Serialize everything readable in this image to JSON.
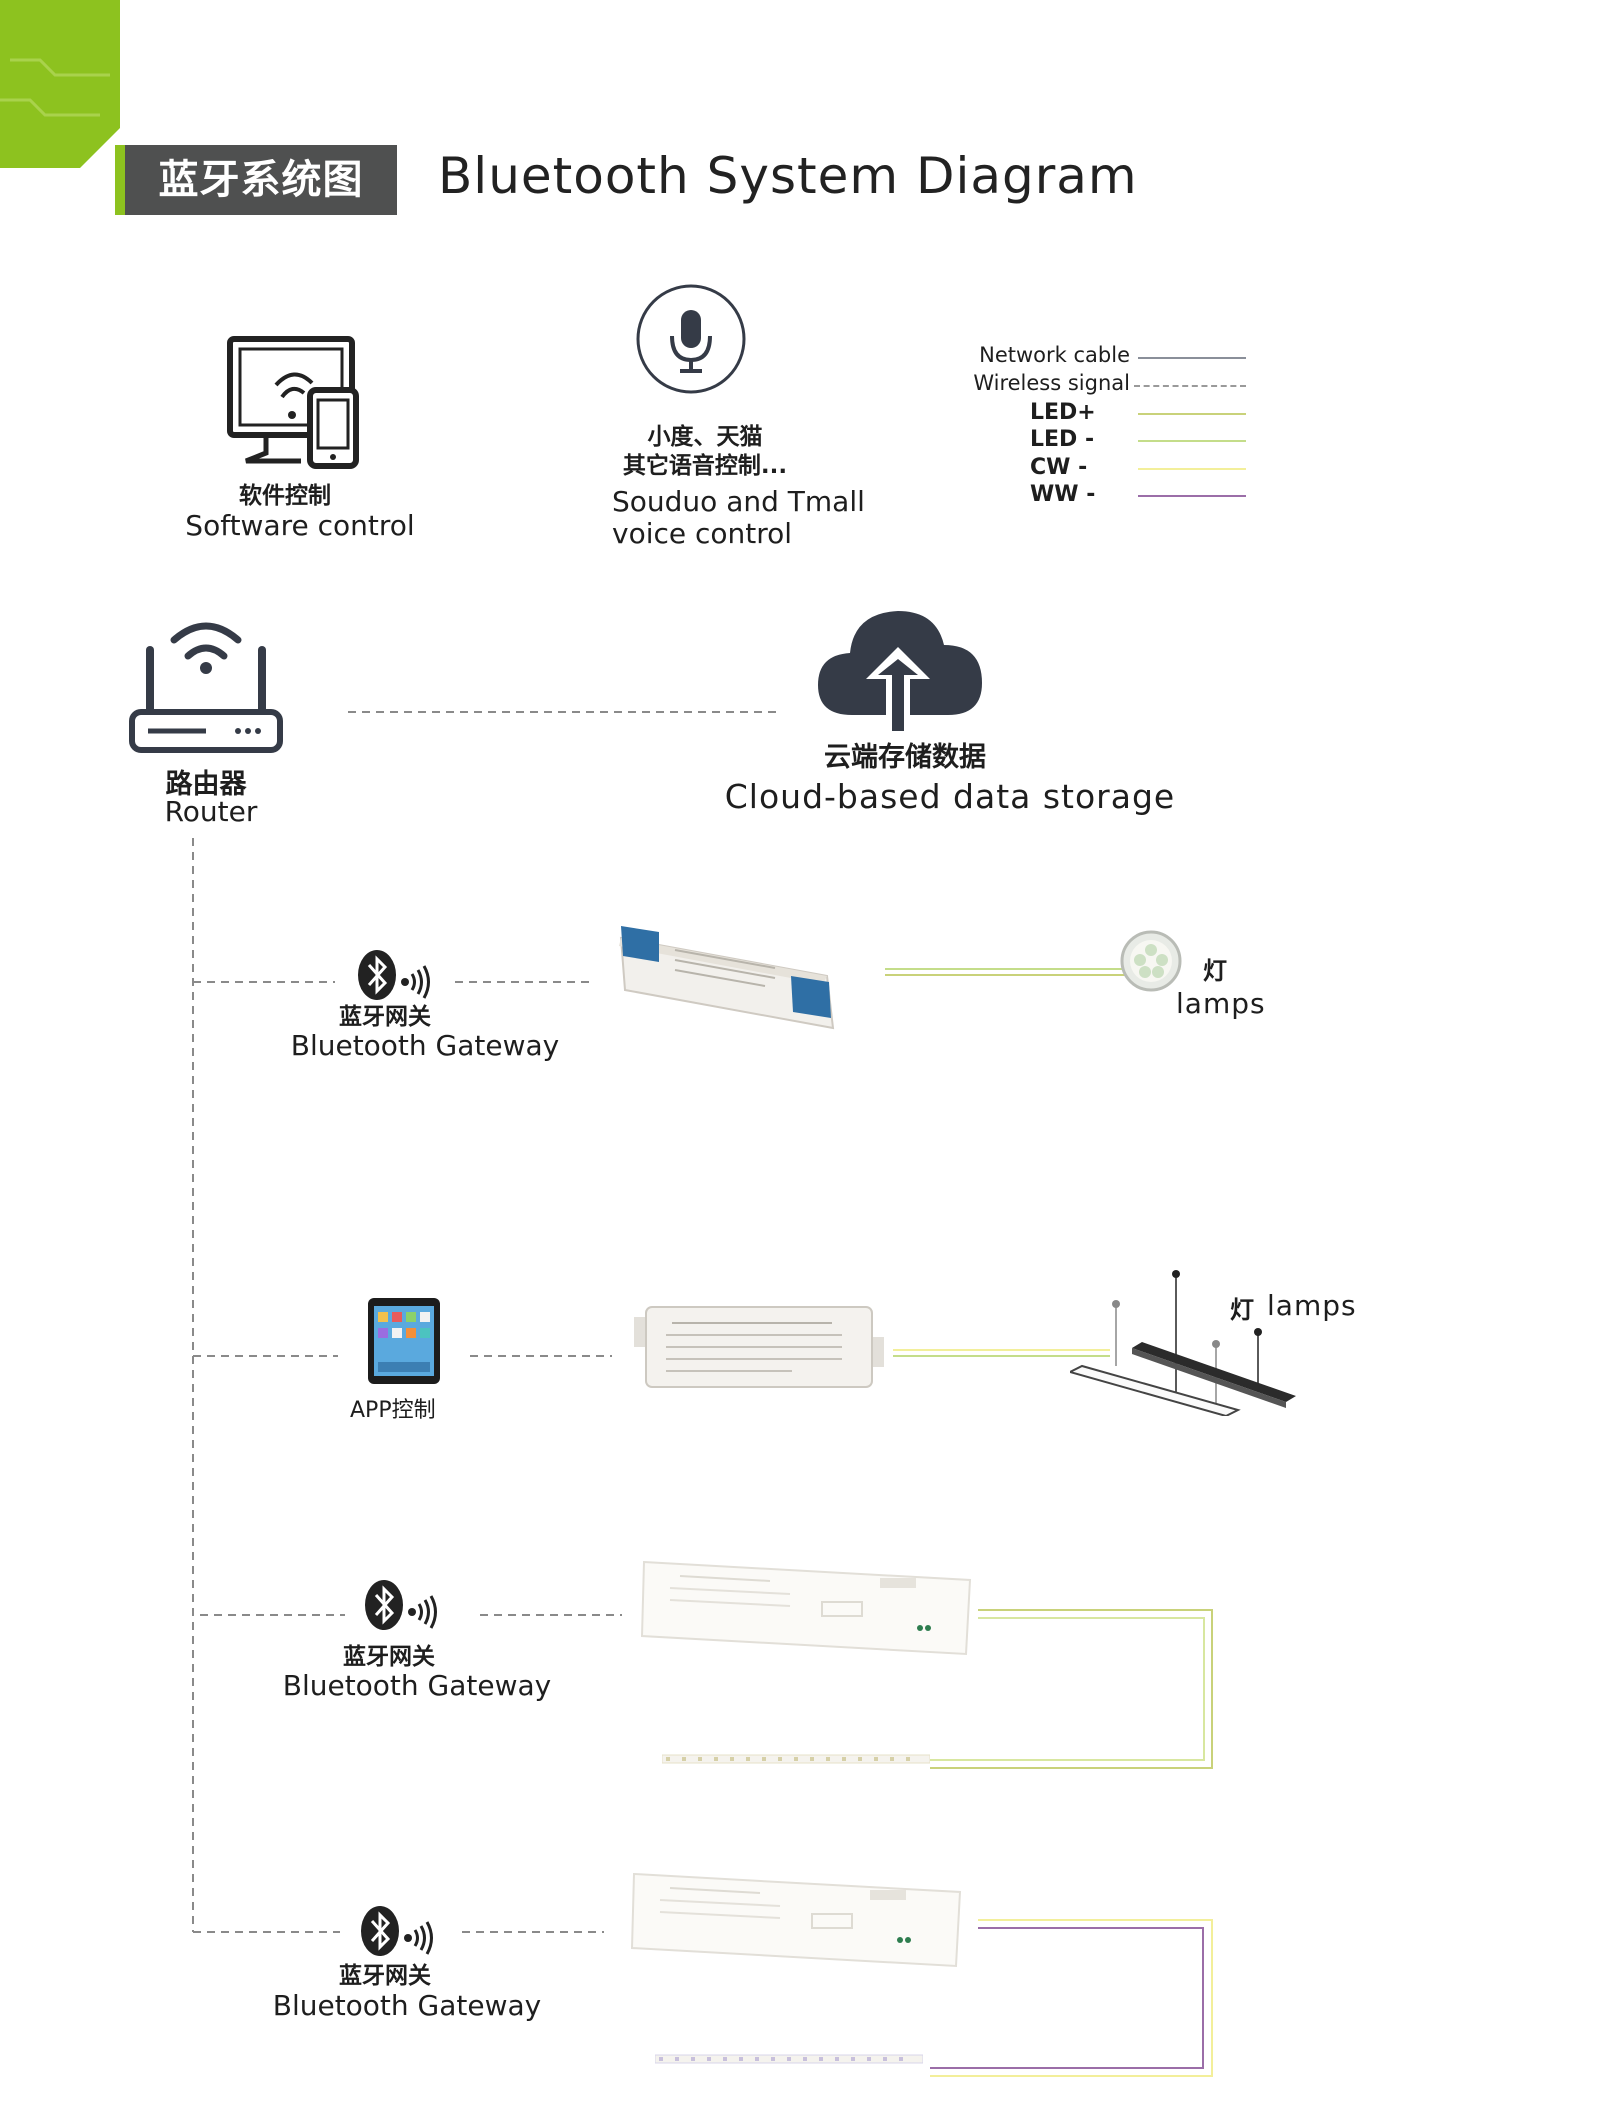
{
  "header": {
    "zh_title": "蓝牙系统图",
    "title": "Bluetooth System Diagram"
  },
  "top": {
    "software": {
      "zh": "软件控制",
      "en": "Software control"
    },
    "voice": {
      "zh_line1": "小度、天猫",
      "zh_line2": "其它语音控制...",
      "en_line1": "Souduo and Tmall",
      "en_line2": "voice control"
    }
  },
  "legend": {
    "items": [
      {
        "label": "Network cable",
        "color": "#8a8f99",
        "style": "solid"
      },
      {
        "label": "Wireless signal",
        "color": "#9a9a9a",
        "style": "dashed"
      },
      {
        "label": "LED+",
        "color": "#c9d27a",
        "style": "solid"
      },
      {
        "label": "LED -",
        "color": "#c4dd8a",
        "style": "solid"
      },
      {
        "label": "CW -",
        "color": "#f3ef9a",
        "style": "solid"
      },
      {
        "label": "WW -",
        "color": "#9b6ea8",
        "style": "solid"
      }
    ]
  },
  "router": {
    "zh": "路由器",
    "en": "Router"
  },
  "cloud": {
    "zh": "云端存储数据",
    "en": "Cloud-based data storage"
  },
  "rows": {
    "r1": {
      "gateway_zh": "蓝牙网关",
      "gateway_en": "Bluetooth Gateway",
      "lamp_zh": "灯",
      "lamp_en": "lamps"
    },
    "r2": {
      "app_label": "APP控制",
      "lamp_zh": "灯",
      "lamp_en": "lamps"
    },
    "r3": {
      "gateway_zh": "蓝牙网关",
      "gateway_en": "Bluetooth Gateway"
    },
    "r4": {
      "gateway_zh": "蓝牙网关",
      "gateway_en": "Bluetooth Gateway"
    }
  },
  "colors": {
    "accent": "#8dc21f",
    "badge": "#4f5050",
    "icon": "#353b47"
  }
}
